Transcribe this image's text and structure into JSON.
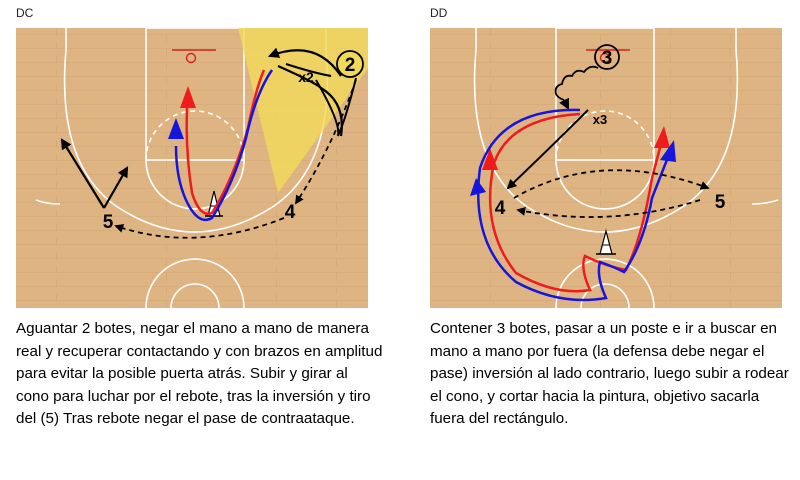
{
  "left": {
    "label": "DC",
    "caption": "Aguantar 2 botes, negar el mano a mano de manera real y recuperar contactando y con brazos en amplitud para evitar la posible puerta atrás. Subir y girar al cono para luchar por el rebote, tras la inversión y tiro del (5) Tras rebote negar el pase de contraataque.",
    "players": {
      "p2": "2",
      "p4": "4",
      "p5": "5",
      "x2": "x2"
    }
  },
  "right": {
    "label": "DD",
    "caption": "Contener 3 botes, pasar a un poste e ir a buscar en mano a mano por fuera (la defensa debe negar el pase) inversión al lado contrario, luego subir a rodear el cono, y cortar hacia la pintura, objetivo sacarla fuera del rectángulo.",
    "players": {
      "p3": "3",
      "p4": "4",
      "p5": "5",
      "x3": "x3"
    }
  },
  "colors": {
    "wood": "#dfb483",
    "line": "#ffffff",
    "zone": "#f1d95a",
    "red": "#ee1c1c",
    "blue": "#1515dd",
    "black": "#000000",
    "hoop": "#d42020"
  }
}
